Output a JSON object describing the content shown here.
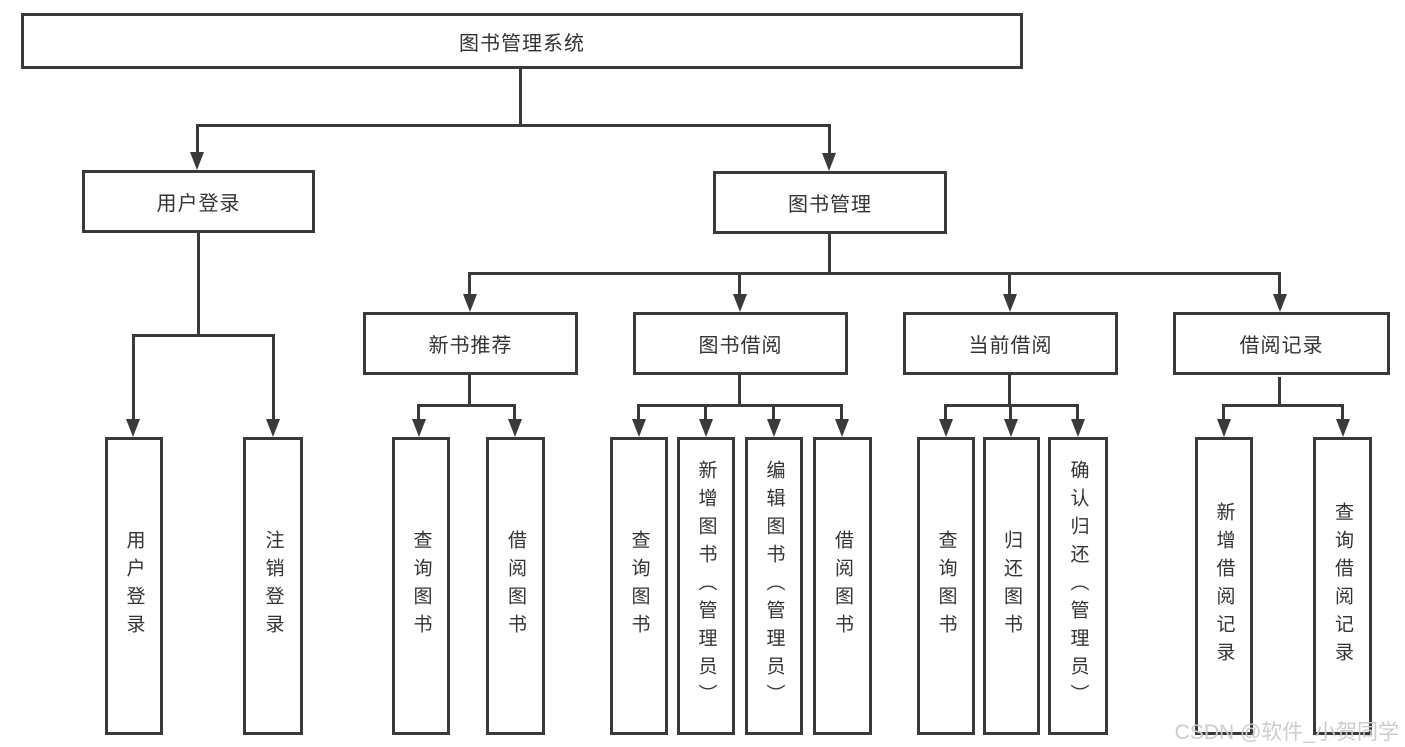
{
  "tree": {
    "label": "图书管理系统",
    "children": [
      {
        "label": "用户登录",
        "children": [
          {
            "label": "用户登录"
          },
          {
            "label": "注销登录"
          }
        ]
      },
      {
        "label": "图书管理",
        "children": [
          {
            "label": "新书推荐",
            "children": [
              {
                "label": "查询图书"
              },
              {
                "label": "借阅图书"
              }
            ]
          },
          {
            "label": "图书借阅",
            "children": [
              {
                "label": "查询图书"
              },
              {
                "label": "新增图书（管理员）"
              },
              {
                "label": "编辑图书（管理员）"
              },
              {
                "label": "借阅图书"
              }
            ]
          },
          {
            "label": "当前借阅",
            "children": [
              {
                "label": "查询图书"
              },
              {
                "label": "归还图书"
              },
              {
                "label": "确认归还（管理员）"
              }
            ]
          },
          {
            "label": "借阅记录",
            "children": [
              {
                "label": "新增借阅记录"
              },
              {
                "label": "查询借阅记录"
              }
            ]
          }
        ]
      }
    ]
  },
  "watermark": "CSDN @软件_小贺同学",
  "colors": {
    "line": "#3a3a3a",
    "text": "#333333",
    "watermark": "#cccccc",
    "background": "#ffffff"
  }
}
